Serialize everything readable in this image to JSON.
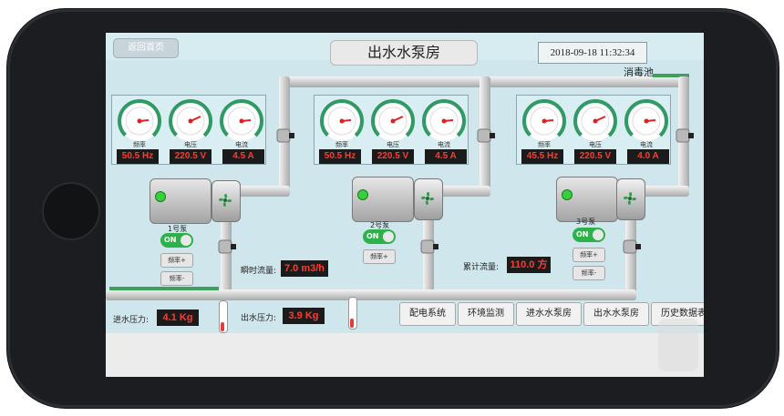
{
  "header": {
    "back_label": "返回首页",
    "title": "出水水泵房",
    "datetime": "2018-09-18 11:32:34",
    "tank_label": "消毒池"
  },
  "gauge_labels": [
    "频率",
    "电压",
    "电流"
  ],
  "pumps": [
    {
      "name": "1号泵",
      "frequency": "50.5 Hz",
      "voltage": "220.5 V",
      "current": "4.5 A",
      "switch": "ON",
      "btn1": "频率+",
      "btn2": "频率-"
    },
    {
      "name": "2号泵",
      "frequency": "50.5 Hz",
      "voltage": "220.5 V",
      "current": "4.5 A",
      "switch": "ON",
      "btn1": "频率+",
      "btn2": ""
    },
    {
      "name": "3号泵",
      "frequency": "45.5 Hz",
      "voltage": "220.5 V",
      "current": "4.0 A",
      "switch": "ON",
      "btn1": "频率+",
      "btn2": "频率-"
    }
  ],
  "flow": {
    "instant_label": "瞬时流量:",
    "instant_value": "7.0 m3/h",
    "total_label": "累计流量:",
    "total_value": "110.0 方"
  },
  "pressure": {
    "inlet_label": "进水压力:",
    "inlet_value": "4.1 Kg",
    "outlet_label": "出水压力:",
    "outlet_value": "3.9 Kg"
  },
  "nav": [
    "配电系统",
    "环境监测",
    "进水水泵房",
    "出水水泵房",
    "历史数据表"
  ],
  "colors": {
    "screen_bg": "#cfe6ec",
    "readout_text": "#ff3b30",
    "switch_on": "#2db24a",
    "gauge_green": "#2f9a63"
  }
}
